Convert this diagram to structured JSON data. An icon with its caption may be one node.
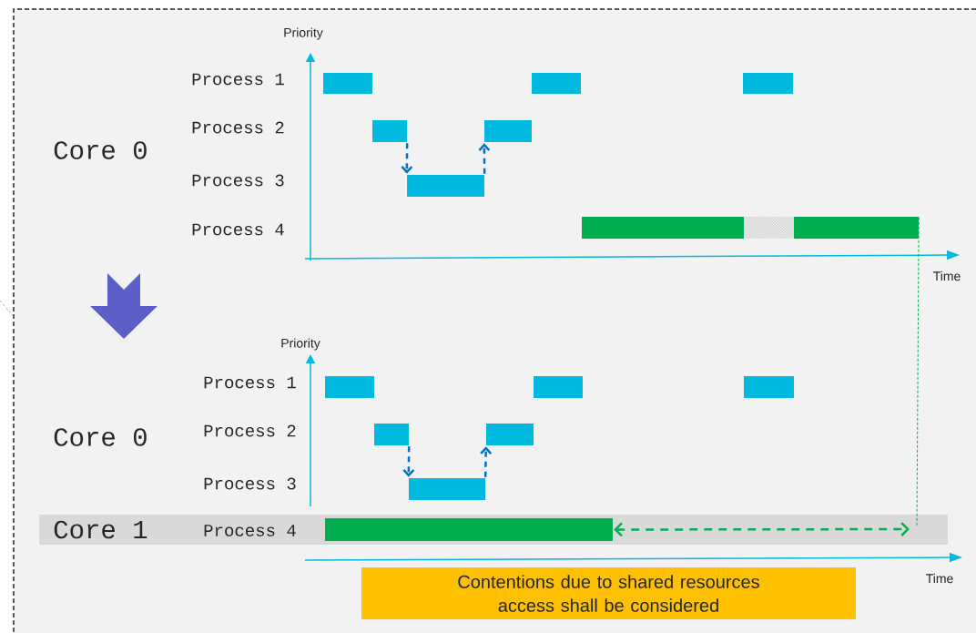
{
  "diagram": {
    "nodes": [
      {
        "text": [],
        "shape": "bar"
      },
      {
        "text": [],
        "shape": "bar"
      },
      {
        "text": [],
        "shape": "bar"
      },
      {
        "text": [],
        "shape": "bar"
      },
      {
        "text": [],
        "shape": "bar"
      },
      {
        "text": [],
        "shape": "bar"
      },
      {
        "text": [],
        "shape": "bar"
      },
      {
        "text": [],
        "shape": "bar"
      },
      {
        "text": [],
        "shape": "bar"
      },
      {
        "text": [
          "Core 1",
          "Process 4"
        ]
      },
      {
        "text": [],
        "shape": "bar"
      },
      {
        "text": [],
        "shape": "bar"
      },
      {
        "text": [],
        "shape": "bar"
      },
      {
        "text": [],
        "shape": "bar"
      },
      {
        "text": [],
        "shape": "bar"
      },
      {
        "text": [],
        "shape": "bar"
      },
      {
        "text": [],
        "shape": "bar",
        "in": 9
      },
      {
        "text": [
          "Contentions due to shared resources access shall be considered"
        ]
      }
    ],
    "edges": [
      {
        "from": 3,
        "to": 5,
        "arrow": "to",
        "style": "dashed"
      },
      {
        "from": 5,
        "to": 4,
        "arrow": "to",
        "style": "dashed"
      },
      {
        "from": 13,
        "to": 15,
        "arrow": "to",
        "style": "dashed"
      },
      {
        "from": 15,
        "to": 14,
        "arrow": "to",
        "style": "dashed"
      },
      {
        "from": 8,
        "to": null,
        "arrow": "none",
        "style": "dashed",
        "color": "#00b050"
      },
      {
        "from": 16,
        "to": null,
        "arrow": "both",
        "style": "dashed",
        "color": "#00b050"
      }
    ],
    "labels": [
      "Priority",
      "Process 1",
      "Process 2",
      "Core 0",
      "Process 3",
      "Process 4",
      "Time",
      "Priority",
      "Process 1",
      "Process 2",
      "Core 0",
      "Process 3",
      "Time"
    ]
  }
}
